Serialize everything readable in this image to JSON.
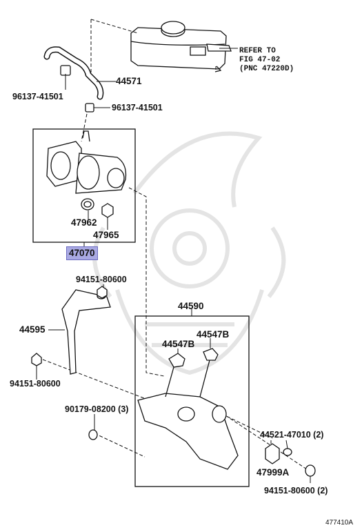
{
  "diagram_id": "477410A",
  "reference": {
    "line1": "REFER TO",
    "line2": "FIG 47-02",
    "line3": "(PNC 47220D)"
  },
  "labels": {
    "hose": "44571",
    "clip_left": "96137-41501",
    "clip_right": "96137-41501",
    "pump_assy": "47070",
    "o_ring": "47962",
    "nut_pump": "47965",
    "bolt_top": "94151-80600",
    "bracket_left": "44595",
    "bolt_left": "94151-80600",
    "bracket_box": "44590",
    "cushion_a": "44547B",
    "cushion_b": "44547B",
    "bolt_mid": "90179-08200 (3)",
    "bolt_right1": "44521-47010 (2)",
    "nut_right": "47999A",
    "bolt_right2": "94151-80600 (2)"
  },
  "colors": {
    "highlight": "#a9a9e3",
    "line": "#111111",
    "watermark": "#e6e6e6"
  }
}
